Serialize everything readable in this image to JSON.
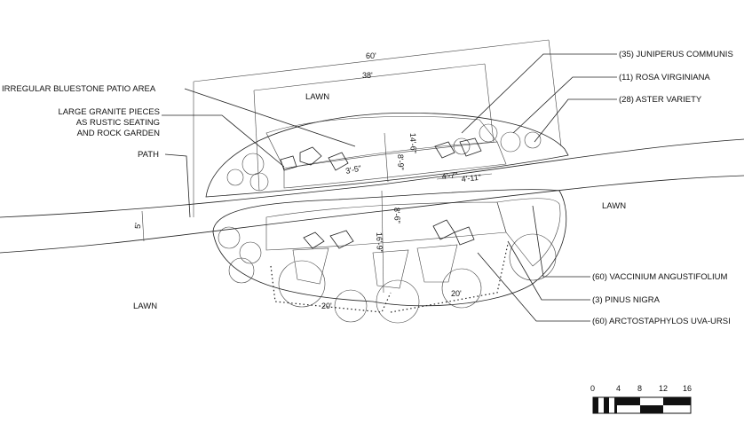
{
  "dimensions": {
    "overall_width": "60'",
    "patio_width": "38'",
    "path_width": "5'",
    "upper_depth": "14'-6\"",
    "upper_small": "8'-9\"",
    "seat_gap": "3'-5\"",
    "step_a": "4'-7\"",
    "step_b": "4'-11\"",
    "lower_depth": "8'-6\"",
    "lower_small": "16'-9\"",
    "left_span": "20'",
    "right_span": "20'"
  },
  "area_labels": {
    "lawn_top": "LAWN",
    "lawn_right": "LAWN",
    "lawn_left": "LAWN",
    "path": "PATH"
  },
  "callouts_left": {
    "patio": "IRREGULAR BLUESTONE PATIO AREA",
    "granite_1": "LARGE GRANITE PIECES",
    "granite_2": "AS RUSTIC SEATING",
    "granite_3": "AND ROCK GARDEN"
  },
  "callouts_right": {
    "juniperus": "(35) JUNIPERUS COMMUNIS",
    "rosa": "(11) ROSA VIRGINIANA",
    "aster": "(28) ASTER VARIETY",
    "vaccinium": "(60) VACCINIUM ANGUSTIFOLIUM",
    "pinus": "(3) PINUS NIGRA",
    "arctostaphylos": "(60) ARCTOSTAPHYLOS UVA-URSI"
  },
  "scale_bar": {
    "ticks": [
      "0",
      "4",
      "8",
      "12",
      "16"
    ]
  }
}
